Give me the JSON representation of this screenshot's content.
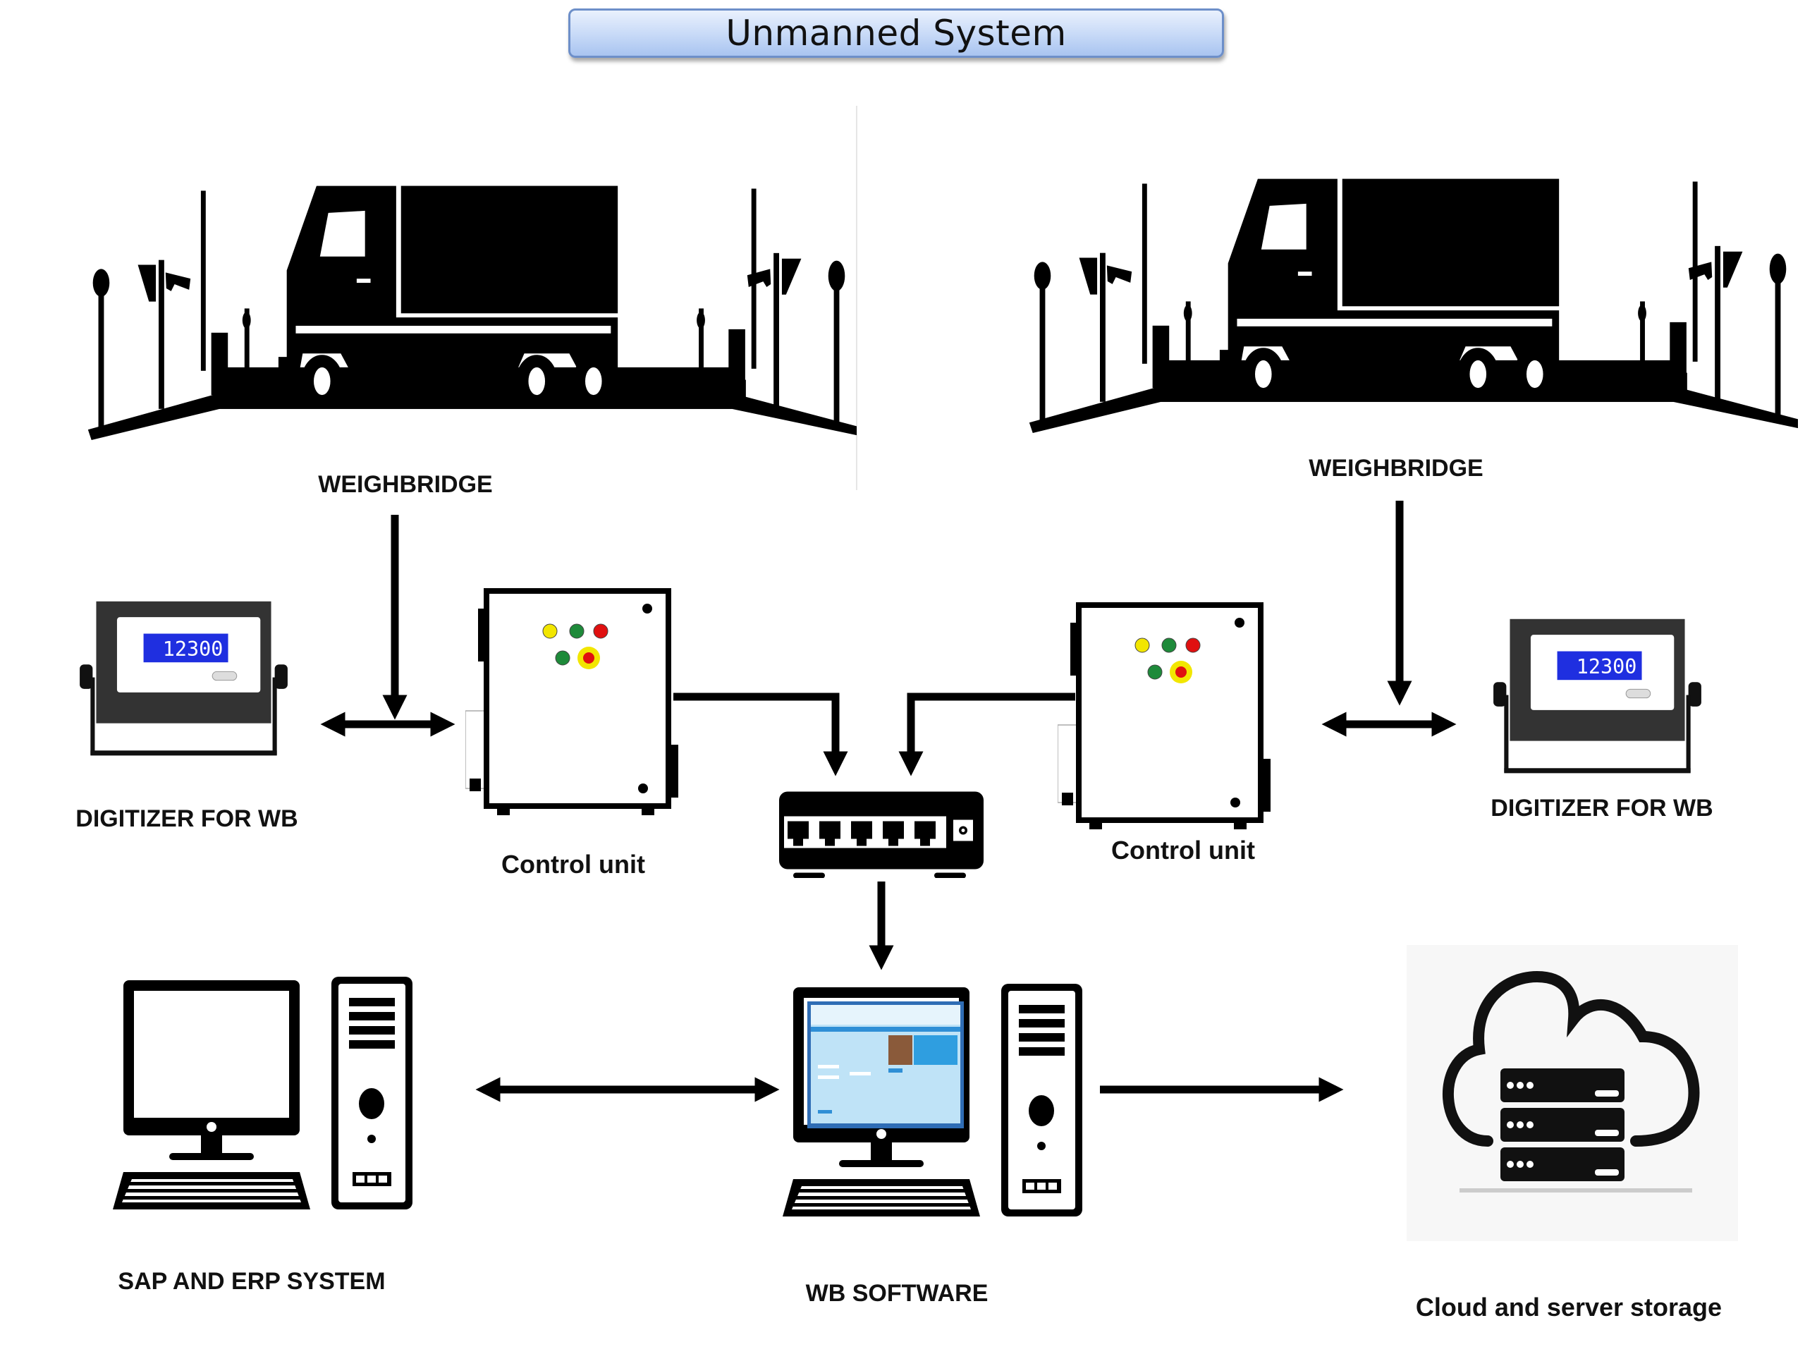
{
  "title": "Unmanned System",
  "nodes": {
    "weighbridge_left": {
      "label": "WEIGHBRIDGE",
      "icon": "truck-on-weighbridge-icon"
    },
    "weighbridge_right": {
      "label": "WEIGHBRIDGE",
      "icon": "truck-on-weighbridge-icon"
    },
    "digitizer_left": {
      "label": "DIGITIZER FOR WB",
      "display_value": "12300",
      "icon": "weight-indicator-icon"
    },
    "digitizer_right": {
      "label": "DIGITIZER FOR WB",
      "display_value": "12300",
      "icon": "weight-indicator-icon"
    },
    "control_unit_left": {
      "label": "Control unit",
      "icon": "control-panel-icon"
    },
    "control_unit_right": {
      "label": "Control unit",
      "icon": "control-panel-icon"
    },
    "network_switch": {
      "label": "",
      "icon": "network-switch-icon"
    },
    "sap_erp": {
      "label": "SAP AND ERP SYSTEM",
      "icon": "desktop-computer-icon"
    },
    "wb_software": {
      "label": "WB SOFTWARE",
      "icon": "desktop-computer-with-software-icon"
    },
    "cloud_storage": {
      "label": "Cloud and server storage",
      "icon": "cloud-server-icon"
    }
  },
  "connections": [
    {
      "from": "weighbridge_left",
      "to": "digitizer_left-control_unit_left link",
      "type": "arrow"
    },
    {
      "from": "digitizer_left",
      "to": "control_unit_left",
      "type": "bidirectional"
    },
    {
      "from": "weighbridge_right",
      "to": "digitizer_right-control_unit_right link",
      "type": "arrow"
    },
    {
      "from": "control_unit_right",
      "to": "digitizer_right",
      "type": "bidirectional"
    },
    {
      "from": "control_unit_left",
      "to": "network_switch",
      "type": "arrow"
    },
    {
      "from": "control_unit_right",
      "to": "network_switch",
      "type": "arrow"
    },
    {
      "from": "network_switch",
      "to": "wb_software",
      "type": "arrow"
    },
    {
      "from": "sap_erp",
      "to": "wb_software",
      "type": "bidirectional"
    },
    {
      "from": "wb_software",
      "to": "cloud_storage",
      "type": "arrow"
    }
  ],
  "colors": {
    "title_fill": "#c6d9f7",
    "title_border": "#6d8fc9",
    "lcd_blue": "#1f2fe0",
    "lamp_yellow": "#f2e600",
    "lamp_green": "#1e8a3a",
    "lamp_red": "#e01010",
    "screen_blue": "#2f8fd6"
  }
}
